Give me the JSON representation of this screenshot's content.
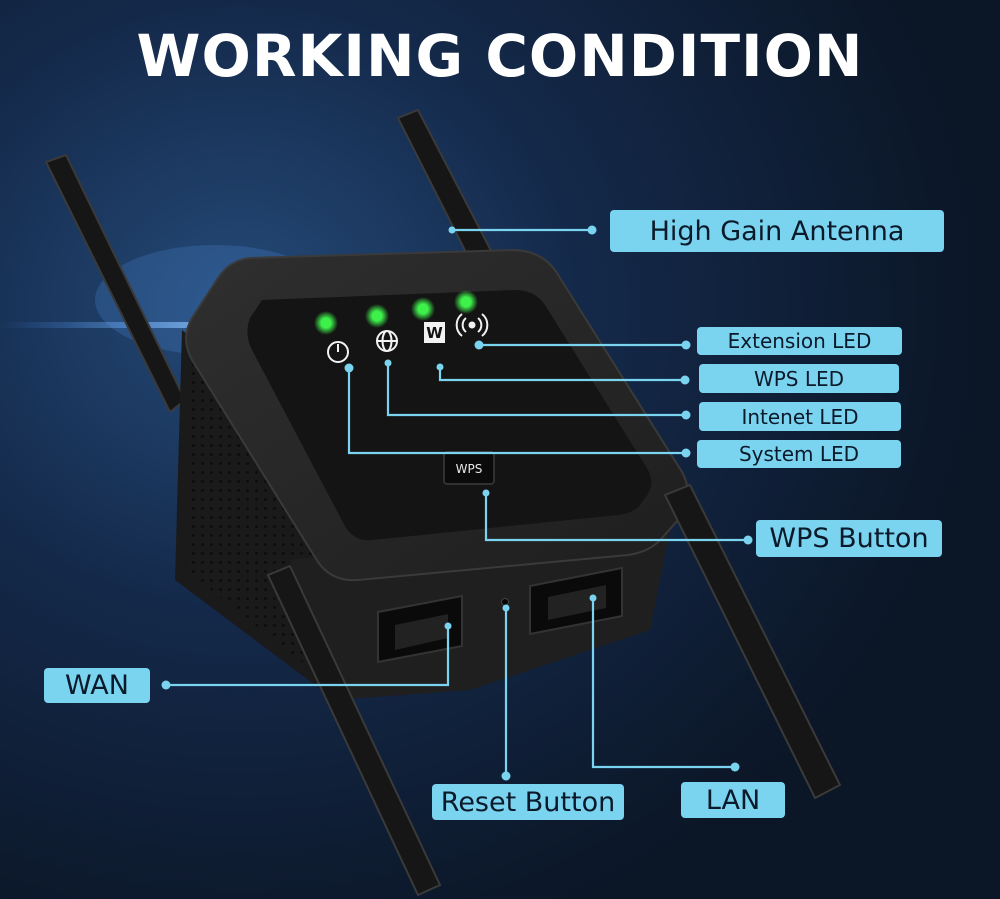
{
  "title": "WORKING CONDITION",
  "device": {
    "wps_button_text": "WPS",
    "wps_led_icon_text": "W",
    "led_color": "#3df04a"
  },
  "colors": {
    "background": "#0d1a2c",
    "accent": "#7ad3ef",
    "device_body": "#242424"
  },
  "labels": {
    "high_gain_antenna": "High Gain Antenna",
    "extension_led": "Extension LED",
    "wps_led": "WPS LED",
    "internet_led": "Intenet LED",
    "system_led": "System LED",
    "wps_button": "WPS Button",
    "wan": "WAN",
    "reset_button": "Reset Button",
    "lan": "LAN"
  }
}
